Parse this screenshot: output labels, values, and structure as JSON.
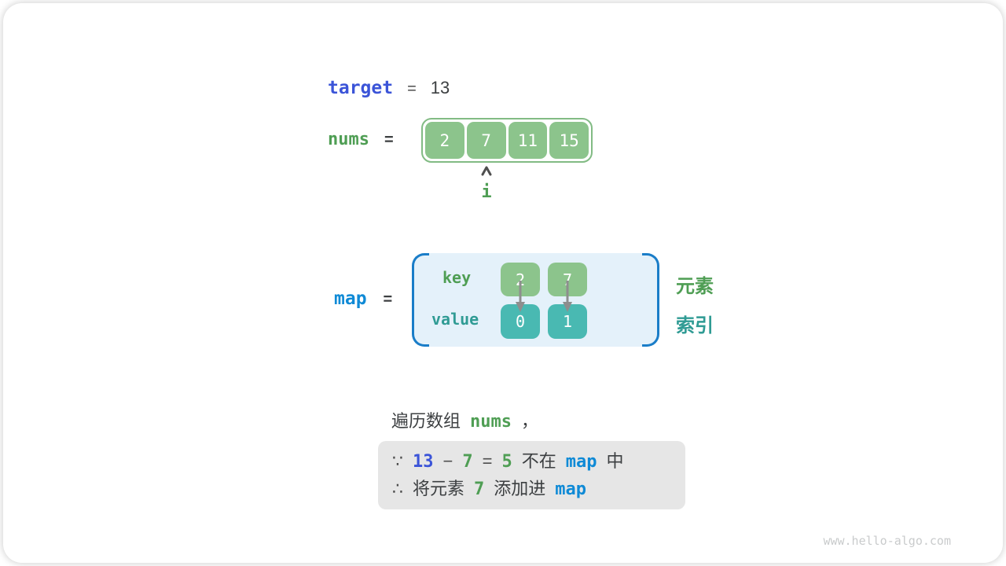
{
  "target": {
    "name": "target",
    "eq": "=",
    "value": "13"
  },
  "nums": {
    "name": "nums",
    "eq": "=",
    "cells": [
      "2",
      "7",
      "11",
      "15"
    ],
    "pointer": "i"
  },
  "map": {
    "name": "map",
    "eq": "=",
    "key_label": "key",
    "value_label": "value",
    "keys": [
      "2",
      "7"
    ],
    "values": [
      "0",
      "1"
    ],
    "element_label": "元素",
    "index_label": "索引"
  },
  "caption": {
    "prefix": "遍历数组",
    "code": "nums",
    "comma": "，"
  },
  "note": {
    "line1": {
      "because": "∵",
      "minuend": "13",
      "minus": "−",
      "subtrahend": "7",
      "eq": "=",
      "difference": "5",
      "not_in": "不在",
      "map": "map",
      "suffix": "中"
    },
    "line2": {
      "therefore": "∴",
      "text1": "将元素",
      "num": "7",
      "text2": "添加进",
      "map": "map"
    }
  },
  "watermark": "www.hello-algo.com",
  "colors": {
    "keyword_blue": "#3b54d8",
    "map_blue": "#0f8ad6",
    "green_text": "#4f9e54",
    "teal_text": "#2f9b94",
    "green_box": "#8cc48c",
    "teal_box": "#49b9b2",
    "array_border": "#82bb84",
    "map_panel_bg": "#e4f1fa",
    "bracket_blue": "#1a7dc8",
    "note_bg": "#e6e6e6",
    "text_dark": "#3c3f41",
    "arrow_gray": "#8e8e8e"
  }
}
